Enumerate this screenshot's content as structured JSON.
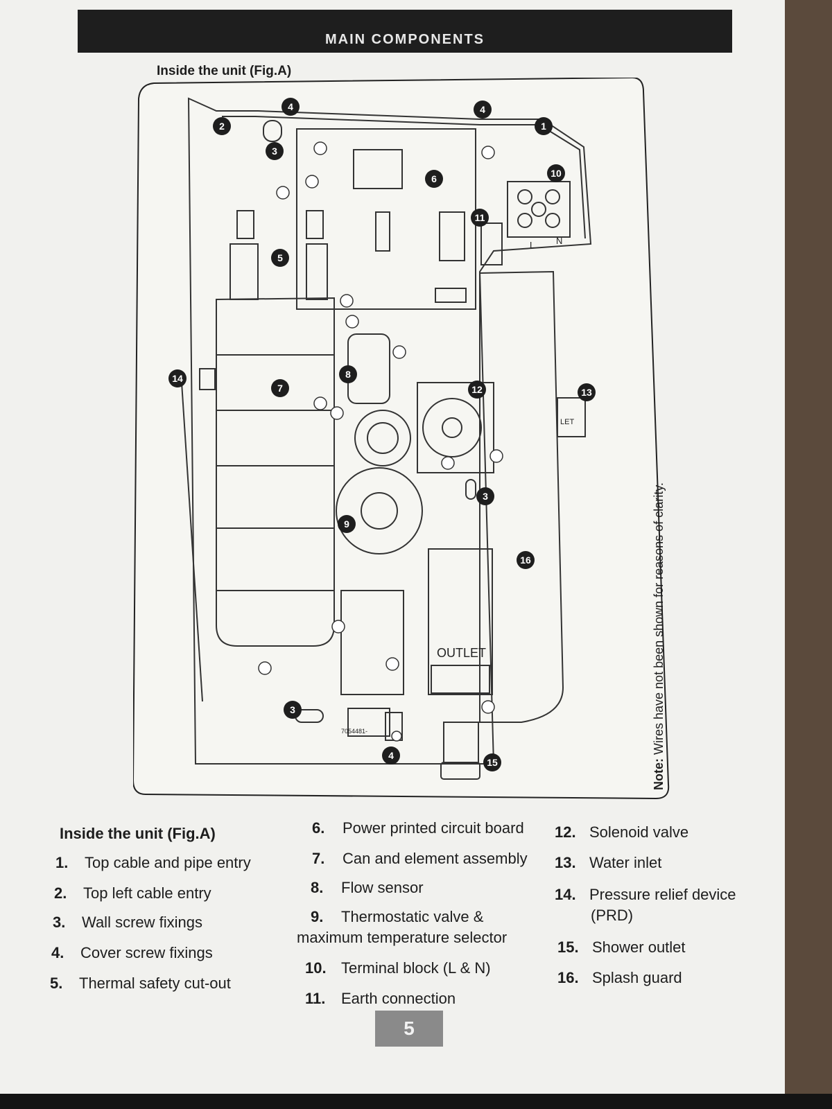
{
  "header": {
    "title": "MAIN COMPONENTS"
  },
  "figure": {
    "caption": "Inside the unit (Fig.A)",
    "callouts": [
      "1",
      "2",
      "3",
      "4",
      "5",
      "6",
      "7",
      "8",
      "9",
      "10",
      "11",
      "12",
      "13",
      "14",
      "15",
      "16"
    ],
    "labels": {
      "outlet": "OUTLET",
      "let": "LET",
      "l": "L",
      "n": "N",
      "part_no": "7054481-"
    }
  },
  "note": {
    "prefix": "Note:",
    "text": "Wires have not been shown for reasons of clarity."
  },
  "legend": {
    "title": "Inside the unit (Fig.A)",
    "items": [
      {
        "num": "1.",
        "text": "Top cable and pipe entry"
      },
      {
        "num": "2.",
        "text": "Top left cable entry"
      },
      {
        "num": "3.",
        "text": "Wall screw fixings"
      },
      {
        "num": "4.",
        "text": "Cover screw fixings"
      },
      {
        "num": "5.",
        "text": "Thermal safety cut-out"
      },
      {
        "num": "6.",
        "text": "Power printed circuit board"
      },
      {
        "num": "7.",
        "text": "Can and element assembly"
      },
      {
        "num": "8.",
        "text": "Flow sensor"
      },
      {
        "num": "9.",
        "text": "Thermostatic valve &",
        "text2": "maximum temperature selector"
      },
      {
        "num": "10.",
        "text": "Terminal block (L & N)"
      },
      {
        "num": "11.",
        "text": "Earth connection"
      },
      {
        "num": "12.",
        "text": "Solenoid valve"
      },
      {
        "num": "13.",
        "text": "Water inlet"
      },
      {
        "num": "14.",
        "text": "Pressure relief device",
        "text2": "(PRD)"
      },
      {
        "num": "15.",
        "text": "Shower outlet"
      },
      {
        "num": "16.",
        "text": "Splash guard"
      }
    ]
  },
  "page": {
    "number": "5"
  }
}
